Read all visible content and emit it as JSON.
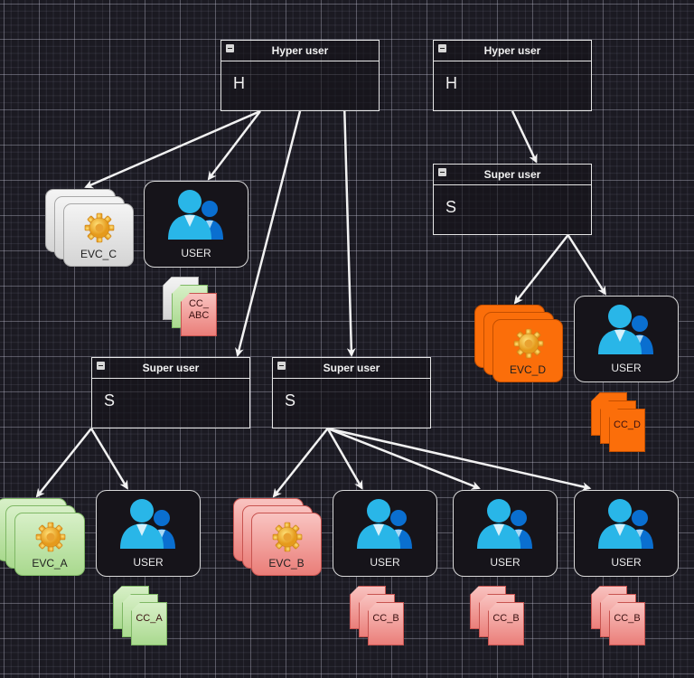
{
  "diagram": {
    "colors": {
      "background": "#1b1a22",
      "edge": "#f2f2f2",
      "evc_grey": "#e6e6e6",
      "evc_green": "#c4e6b0",
      "evc_red": "#f4a6a3",
      "evc_orange": "#fb6e0a",
      "user_blue_light": "#29b6e8",
      "user_blue_dark": "#0a6fd0"
    },
    "hyper_users": [
      {
        "id": "hyper-1",
        "title": "Hyper user",
        "letter": "H"
      },
      {
        "id": "hyper-2",
        "title": "Hyper user",
        "letter": "H"
      }
    ],
    "super_users": [
      {
        "id": "super-a",
        "title": "Super user",
        "letter": "S"
      },
      {
        "id": "super-b",
        "title": "Super user",
        "letter": "S"
      },
      {
        "id": "super-d",
        "title": "Super user",
        "letter": "S"
      }
    ],
    "evcs": [
      {
        "id": "evc-c",
        "label": "EVC_C",
        "color": "grey"
      },
      {
        "id": "evc-d",
        "label": "EVC_D",
        "color": "orange"
      },
      {
        "id": "evc-a",
        "label": "EVC_A",
        "color": "green"
      },
      {
        "id": "evc-b",
        "label": "EVC_B",
        "color": "red"
      }
    ],
    "users": [
      {
        "id": "user-c",
        "label": "USER"
      },
      {
        "id": "user-d",
        "label": "USER"
      },
      {
        "id": "user-a",
        "label": "USER"
      },
      {
        "id": "user-b1",
        "label": "USER"
      },
      {
        "id": "user-b2",
        "label": "USER"
      },
      {
        "id": "user-b3",
        "label": "USER"
      }
    ],
    "ccs": [
      {
        "id": "cc-abc",
        "label": "CC_\nABC",
        "line1": "CC_",
        "line2": "ABC",
        "colors": [
          "grey",
          "green",
          "red"
        ]
      },
      {
        "id": "cc-d",
        "label": "CC_D",
        "line1": "CC_D",
        "line2": "",
        "colors": [
          "orange",
          "orange",
          "orange"
        ]
      },
      {
        "id": "cc-a",
        "label": "CC_A",
        "line1": "CC_A",
        "line2": "",
        "colors": [
          "green",
          "green",
          "green"
        ]
      },
      {
        "id": "cc-b1",
        "label": "CC_B",
        "line1": "CC_B",
        "line2": "",
        "colors": [
          "red",
          "red",
          "red"
        ]
      },
      {
        "id": "cc-b2",
        "label": "CC_B",
        "line1": "CC_B",
        "line2": "",
        "colors": [
          "red",
          "red",
          "red"
        ]
      },
      {
        "id": "cc-b3",
        "label": "CC_B",
        "line1": "CC_B",
        "line2": "",
        "colors": [
          "red",
          "red",
          "red"
        ]
      }
    ],
    "edges": [
      {
        "from": "hyper-1",
        "to": "evc-c"
      },
      {
        "from": "hyper-1",
        "to": "user-c"
      },
      {
        "from": "hyper-1",
        "to": "super-a"
      },
      {
        "from": "hyper-1",
        "to": "super-b"
      },
      {
        "from": "hyper-2",
        "to": "super-d"
      },
      {
        "from": "super-d",
        "to": "evc-d"
      },
      {
        "from": "super-d",
        "to": "user-d"
      },
      {
        "from": "super-a",
        "to": "evc-a"
      },
      {
        "from": "super-a",
        "to": "user-a"
      },
      {
        "from": "super-b",
        "to": "evc-b"
      },
      {
        "from": "super-b",
        "to": "user-b1"
      },
      {
        "from": "super-b",
        "to": "user-b2"
      },
      {
        "from": "super-b",
        "to": "user-b3"
      }
    ]
  }
}
